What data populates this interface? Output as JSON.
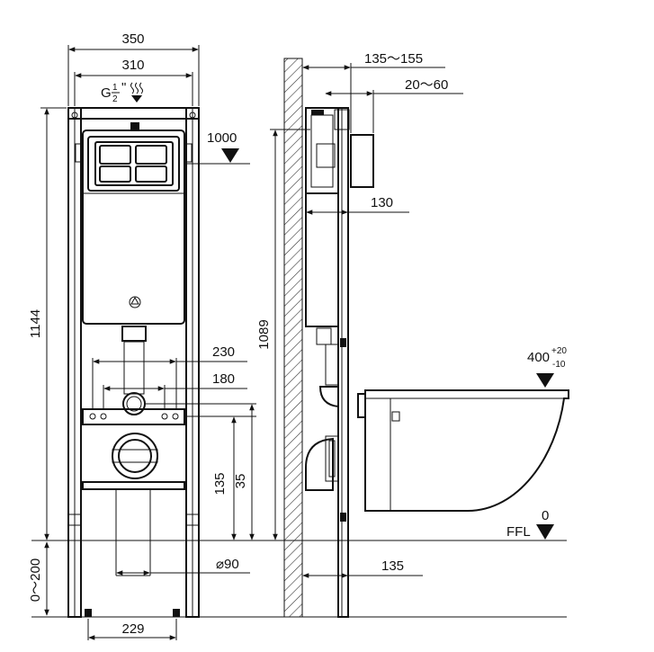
{
  "front": {
    "width_outer": "350",
    "width_inner": "310",
    "inlet_label": "G",
    "inlet_num": "1",
    "inlet_den": "2",
    "inlet_mark": "\"",
    "height_total": "1144",
    "button_height": "1000",
    "width_230": "230",
    "width_180": "180",
    "height_135": "135",
    "height_35": "35",
    "pipe_dia": "⌀90",
    "leg_adjust": "0～200",
    "foot_spacing": "229"
  },
  "side": {
    "wall_depth": "135～155",
    "plate_depth": "20～60",
    "frame_depth": "130",
    "height_1089": "1089",
    "bowl_height": "400",
    "bowl_tol_plus": "+20",
    "bowl_tol_minus": "-10",
    "floor_zero": "0",
    "floor_label": "FFL",
    "outlet_depth": "135"
  }
}
